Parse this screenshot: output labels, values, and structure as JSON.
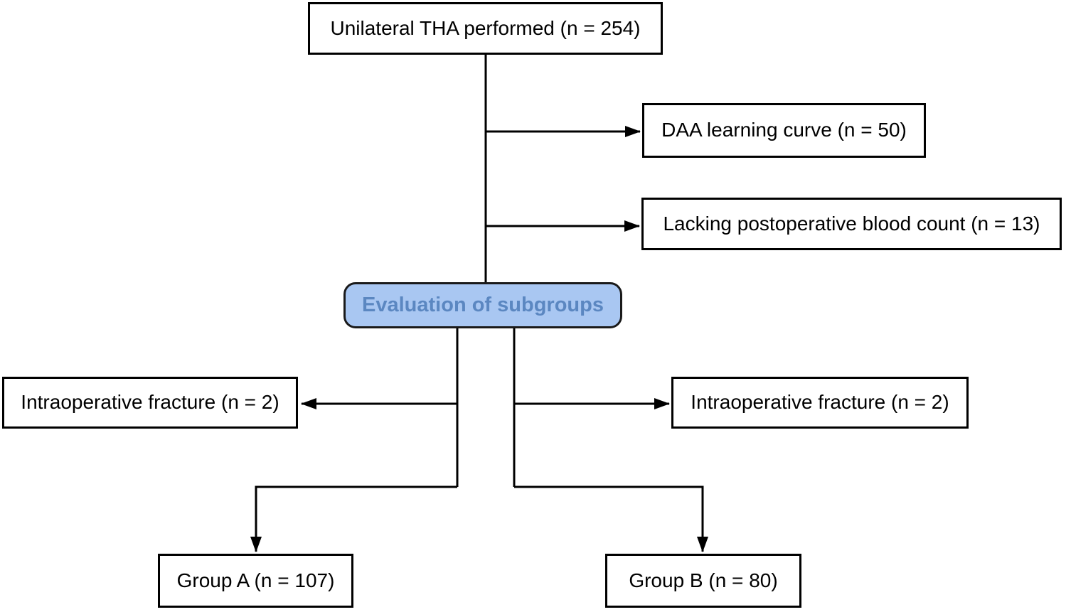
{
  "diagram": {
    "nodes": {
      "total": "Unilateral THA performed (n = 254)",
      "daa_learning_curve": "DAA learning curve (n = 50)",
      "lacking_blood_count": "Lacking postoperative blood count (n = 13)",
      "evaluation": "Evaluation of subgroups",
      "fracture_left": "Intraoperative fracture (n = 2)",
      "fracture_right": "Intraoperative fracture (n = 2)",
      "group_a": "Group A (n = 107)",
      "group_b": "Group B (n = 80)"
    },
    "colors": {
      "background": "#ffffff",
      "box_fill": "#ffffff",
      "box_border": "#000000",
      "text": "#000000",
      "line": "#000000",
      "highlight_fill": "#a9c7f2",
      "highlight_border": "#1a1a1a",
      "highlight_text": "#5b87c1"
    }
  }
}
